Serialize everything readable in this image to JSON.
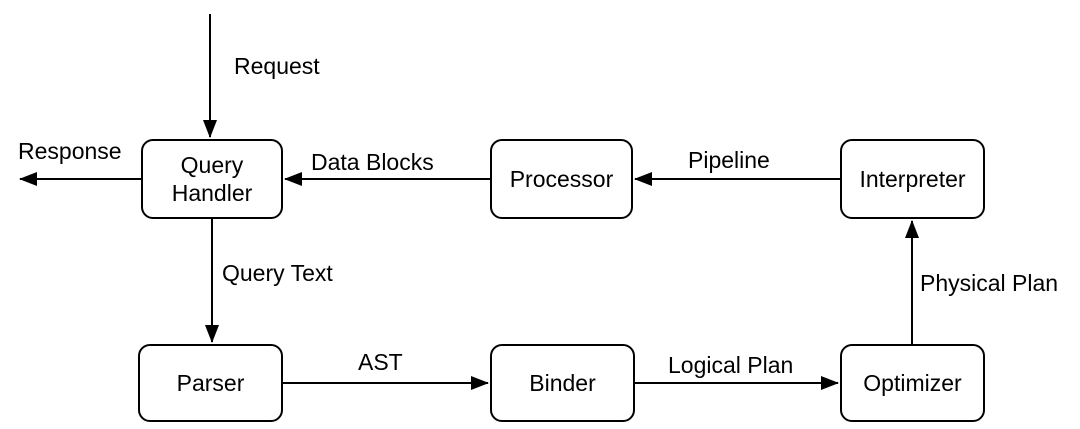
{
  "diagram": {
    "colors": {
      "stroke": "#000000",
      "node_fill": "#ffffff",
      "text": "#000000",
      "background": "#ffffff"
    },
    "nodes": {
      "query_handler": {
        "label": "Query\nHandler"
      },
      "processor": {
        "label": "Processor"
      },
      "interpreter": {
        "label": "Interpreter"
      },
      "parser": {
        "label": "Parser"
      },
      "binder": {
        "label": "Binder"
      },
      "optimizer": {
        "label": "Optimizer"
      }
    },
    "edges": {
      "request": {
        "label": "Request",
        "from": "external-top",
        "to": "query_handler"
      },
      "response": {
        "label": "Response",
        "from": "query_handler",
        "to": "external-left"
      },
      "data_blocks": {
        "label": "Data Blocks",
        "from": "processor",
        "to": "query_handler"
      },
      "pipeline": {
        "label": "Pipeline",
        "from": "interpreter",
        "to": "processor"
      },
      "query_text": {
        "label": "Query Text",
        "from": "query_handler",
        "to": "parser"
      },
      "ast": {
        "label": "AST",
        "from": "parser",
        "to": "binder"
      },
      "logical_plan": {
        "label": "Logical Plan",
        "from": "binder",
        "to": "optimizer"
      },
      "physical_plan": {
        "label": "Physical Plan",
        "from": "optimizer",
        "to": "interpreter"
      }
    }
  }
}
